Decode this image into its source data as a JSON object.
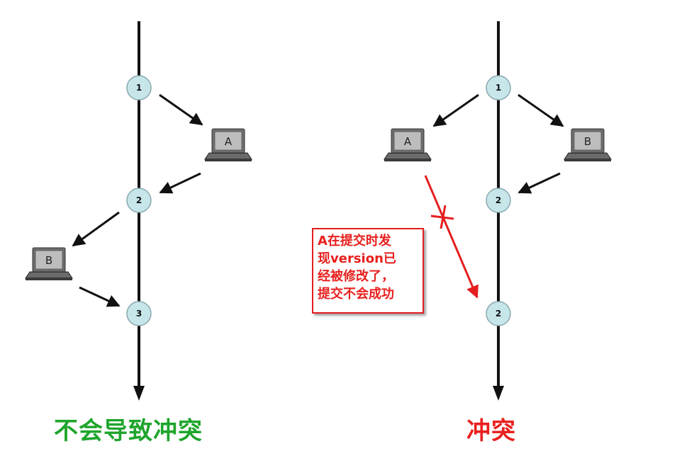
{
  "colors": {
    "node_fill": "#c6e6ea",
    "node_stroke": "#8aa8ad",
    "line": "#111111",
    "caption_ok": "#1fa52c",
    "caption_conflict": "#e8201e",
    "note_text": "#e8201e",
    "note_border": "#e41e1e",
    "arrow_conflict": "#e41e1e"
  },
  "left": {
    "nodes": [
      "1",
      "2",
      "3"
    ],
    "laptops": [
      "A",
      "B"
    ],
    "caption": "不会导致冲突"
  },
  "right": {
    "nodes": [
      "1",
      "2",
      "2"
    ],
    "laptops": [
      "A",
      "B"
    ],
    "caption": "冲突",
    "note": [
      "A在提交时发",
      "现version已",
      "经被修改了，",
      "提交不会成功"
    ]
  }
}
